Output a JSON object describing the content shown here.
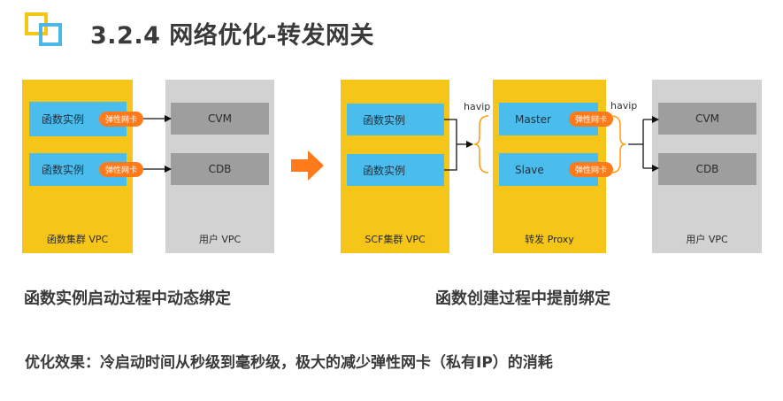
{
  "title": "3.2.4 网络优化-转发网关",
  "left_diagram": {
    "cluster_label": "函数集群 VPC",
    "instances": [
      {
        "label": "函数实例",
        "eni": "弹性网卡",
        "target": "CVM"
      },
      {
        "label": "函数实例",
        "eni": "弹性网卡",
        "target": "CDB"
      }
    ],
    "user_vpc_label": "用户 VPC"
  },
  "right_diagram": {
    "cluster_label": "SCF集群 VPC",
    "instances": [
      "函数实例",
      "函数实例"
    ],
    "havip_left": "havip",
    "havip_right": "havip",
    "proxy_label": "转发 Proxy",
    "proxy_nodes": [
      {
        "label": "Master",
        "eni": "弹性网卡"
      },
      {
        "label": "Slave",
        "eni": "弹性网卡"
      }
    ],
    "user_vpc_label": "用户 VPC",
    "targets": [
      "CVM",
      "CDB"
    ]
  },
  "captions": {
    "left": "函数实例启动过程中动态绑定",
    "right": "函数创建过程中提前绑定"
  },
  "effect": "优化效果：冷启动时间从秒级到毫秒级，极大的减少弹性网卡（私有IP）的消耗",
  "colors": {
    "yellow": "#f5c518",
    "blue": "#4bbdec",
    "orange": "#ff7a1a",
    "gray_dark": "#9e9e9e",
    "gray_light": "#d2d2d2"
  }
}
